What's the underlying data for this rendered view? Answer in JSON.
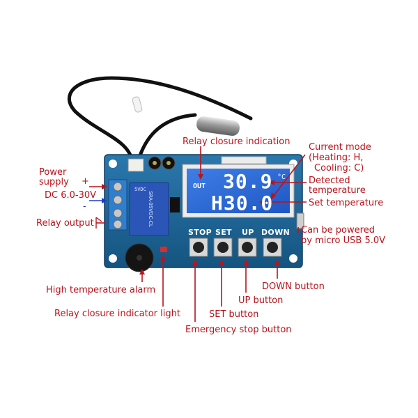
{
  "labels": {
    "power_supply": "Power",
    "power_supply_2": "supply",
    "plus_sign": "+",
    "minus_sign": "-",
    "dc_range": "DC 6.0-30V",
    "relay_output": "Relay output",
    "relay_closure_indication": "Relay closure indication",
    "current_mode": "Current mode",
    "current_mode_2": "(Heating: H,",
    "current_mode_3": "Cooling: C)",
    "detected_temperature": "Detected",
    "detected_temperature_2": "temperature",
    "set_temperature": "Set temperature",
    "usb_power": "Can be powered",
    "usb_power_2": "by micro USB 5.0V",
    "high_temp_alarm": "High temperature alarm",
    "relay_indicator_light": "Relay closure indicator light",
    "set_button": "SET button",
    "emergency_stop_button": "Emergency stop button",
    "up_button": "UP button",
    "down_button": "DOWN button"
  },
  "board": {
    "buttons": [
      "STOP",
      "SET",
      "UP",
      "DOWN"
    ],
    "lcd": {
      "out_label": "OUT",
      "detected_value": "30.9",
      "unit": "°C",
      "set_value": "H30.0"
    },
    "relay_marking_1": "5VDC",
    "relay_marking_2": "SRA-05VDC-CL"
  },
  "colors": {
    "label_red": "#b8141c",
    "board_blue": "#1d5e8f",
    "lcd_blue": "#2e6bd6",
    "relay_blue": "#2b56b8",
    "arrow_blue": "#1a3fcf"
  }
}
